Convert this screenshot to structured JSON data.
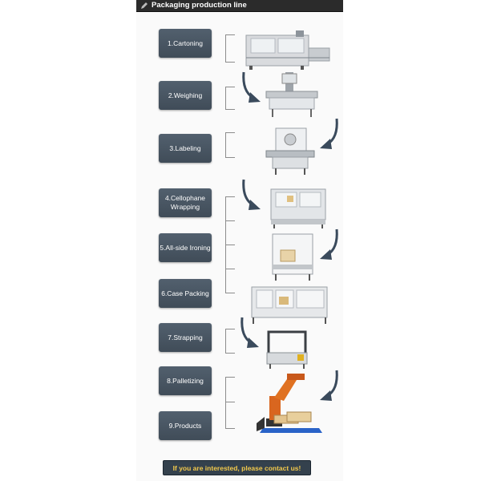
{
  "header": {
    "title": "Packaging production line",
    "icon": "pencil-icon"
  },
  "steps": [
    {
      "label": "1.Cartoning"
    },
    {
      "label": "2.Weighing"
    },
    {
      "label": "3.Labeling"
    },
    {
      "label": "4.Cellophane\nWrapping"
    },
    {
      "label": "5.All-side Ironing"
    },
    {
      "label": "6.Case Packing"
    },
    {
      "label": "7.Strapping"
    },
    {
      "label": "8.Palletizing"
    },
    {
      "label": "9.Products"
    }
  ],
  "contact": {
    "label": "If you are interested, please contact us!"
  },
  "colors": {
    "button": "#46525e",
    "header": "#2b2b2b",
    "contact_text": "#f2c94c",
    "arrow": "#3a4a5c"
  }
}
